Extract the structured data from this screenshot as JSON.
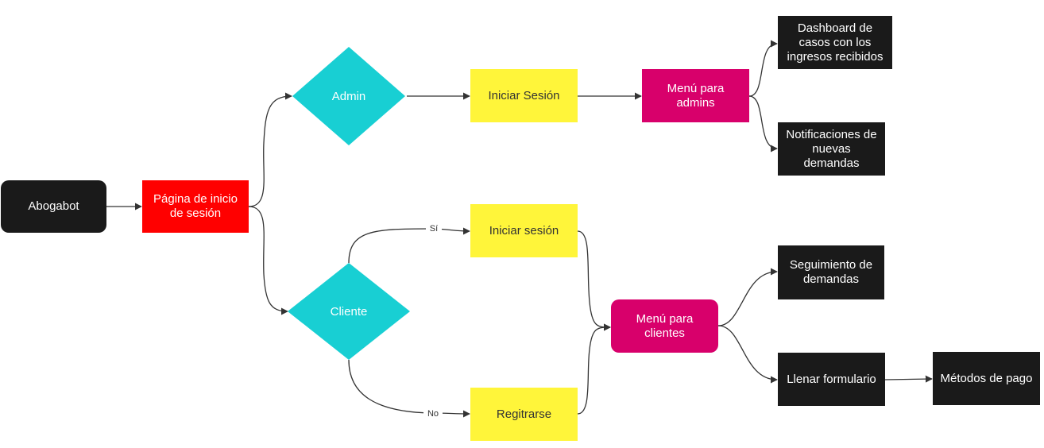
{
  "colors": {
    "dark": "#1a1a1a",
    "red": "#ff0000",
    "yellow": "#fff53a",
    "magenta": "#d8006b",
    "cyan": "#18cfd3",
    "edge": "#333333"
  },
  "nodes": {
    "abogabot": "Abogabot",
    "login_page": "Página de inicio\nde sesión",
    "admin": "Admin",
    "cliente": "Cliente",
    "admin_login": "Iniciar Sesión",
    "client_login": "Iniciar sesión",
    "register": "Regitrarse",
    "admin_menu": "Menú para\nadmins",
    "client_menu": "Menú para\nclientes",
    "dashboard": "Dashboard de\ncasos con los\ningresos recibidos",
    "notifications": "Notificaciones de\nnuevas\ndemandas",
    "tracking": "Seguimiento de\ndemandas",
    "fill_form": "Llenar formulario",
    "payment": "Métodos de pago"
  },
  "edge_labels": {
    "yes": "Sí",
    "no": "No"
  }
}
